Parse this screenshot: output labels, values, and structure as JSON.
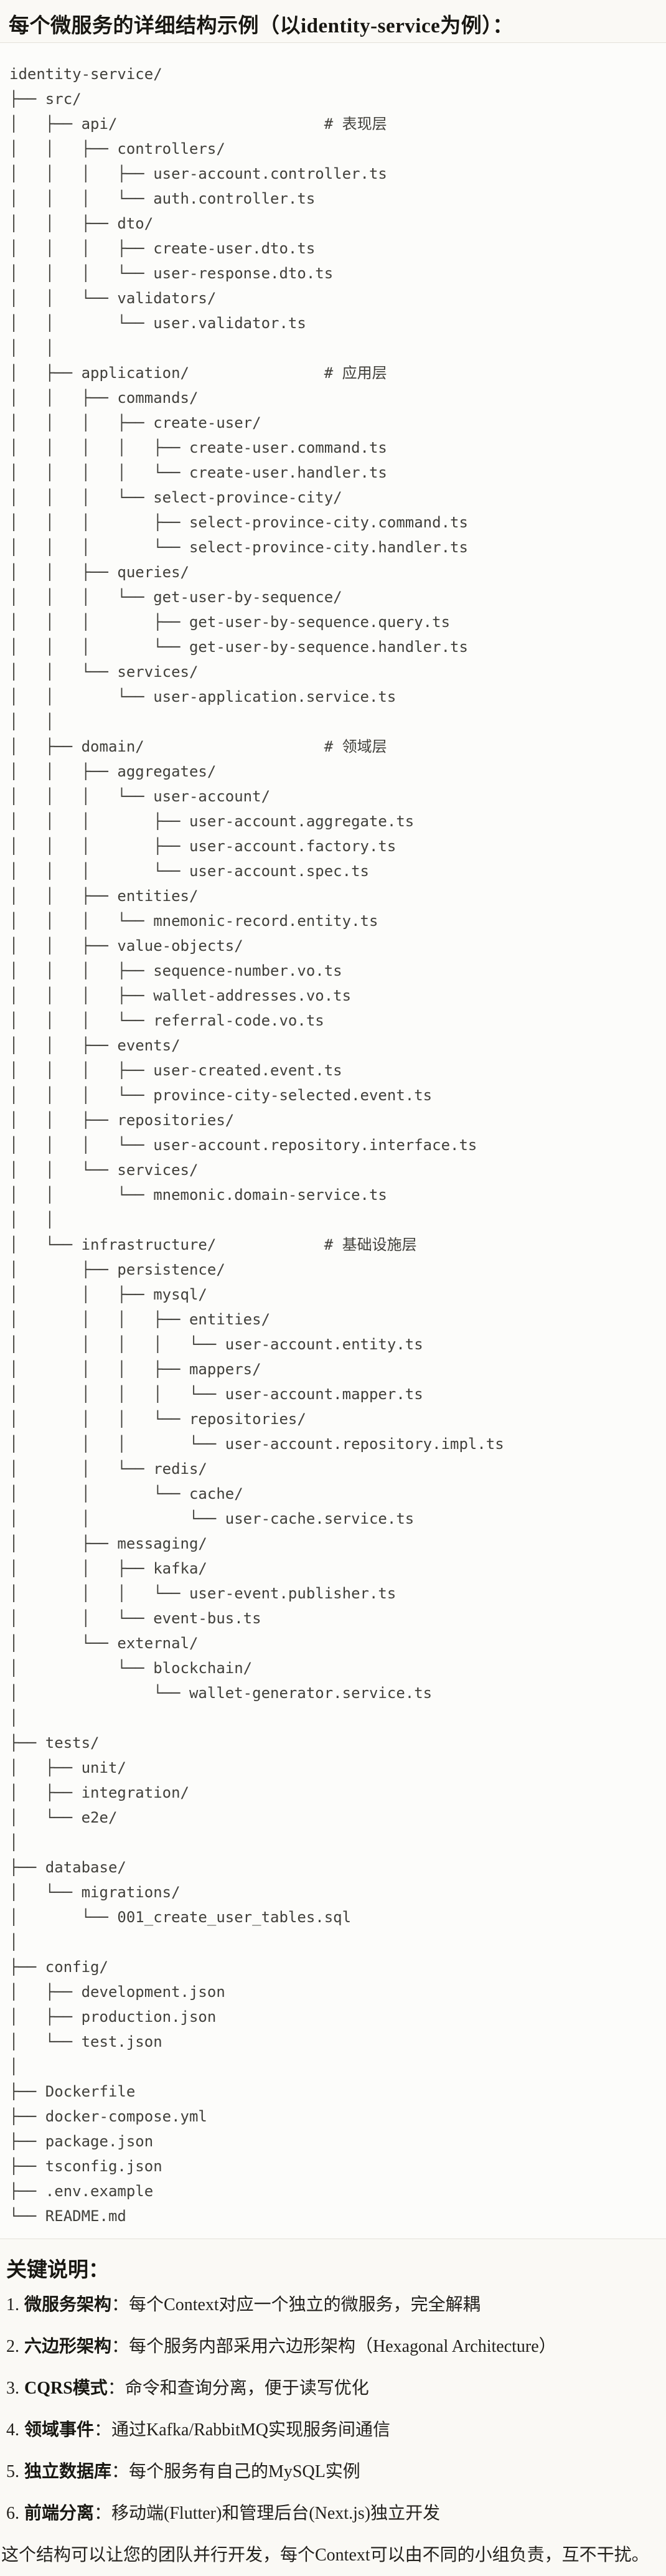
{
  "page": {
    "title": "每个微服务的详细结构示例（以identity-service为例）：",
    "background_color": "#faf9f5",
    "text_color": "#23211d"
  },
  "code_block": {
    "background_color": "#fcfcfa",
    "border_color": "#e3e1da",
    "text_color": "#41403b",
    "tree_lines": [
      "identity-service/",
      "├── src/",
      "│   ├── api/                       # 表现层",
      "│   │   ├── controllers/",
      "│   │   │   ├── user-account.controller.ts",
      "│   │   │   └── auth.controller.ts",
      "│   │   ├── dto/",
      "│   │   │   ├── create-user.dto.ts",
      "│   │   │   └── user-response.dto.ts",
      "│   │   └── validators/",
      "│   │       └── user.validator.ts",
      "│   │",
      "│   ├── application/               # 应用层",
      "│   │   ├── commands/",
      "│   │   │   ├── create-user/",
      "│   │   │   │   ├── create-user.command.ts",
      "│   │   │   │   └── create-user.handler.ts",
      "│   │   │   └── select-province-city/",
      "│   │   │       ├── select-province-city.command.ts",
      "│   │   │       └── select-province-city.handler.ts",
      "│   │   ├── queries/",
      "│   │   │   └── get-user-by-sequence/",
      "│   │   │       ├── get-user-by-sequence.query.ts",
      "│   │   │       └── get-user-by-sequence.handler.ts",
      "│   │   └── services/",
      "│   │       └── user-application.service.ts",
      "│   │",
      "│   ├── domain/                    # 领域层",
      "│   │   ├── aggregates/",
      "│   │   │   └── user-account/",
      "│   │   │       ├── user-account.aggregate.ts",
      "│   │   │       ├── user-account.factory.ts",
      "│   │   │       └── user-account.spec.ts",
      "│   │   ├── entities/",
      "│   │   │   └── mnemonic-record.entity.ts",
      "│   │   ├── value-objects/",
      "│   │   │   ├── sequence-number.vo.ts",
      "│   │   │   ├── wallet-addresses.vo.ts",
      "│   │   │   └── referral-code.vo.ts",
      "│   │   ├── events/",
      "│   │   │   ├── user-created.event.ts",
      "│   │   │   └── province-city-selected.event.ts",
      "│   │   ├── repositories/",
      "│   │   │   └── user-account.repository.interface.ts",
      "│   │   └── services/",
      "│   │       └── mnemonic.domain-service.ts",
      "│   │",
      "│   └── infrastructure/            # 基础设施层",
      "│       ├── persistence/",
      "│       │   ├── mysql/",
      "│       │   │   ├── entities/",
      "│       │   │   │   └── user-account.entity.ts",
      "│       │   │   ├── mappers/",
      "│       │   │   │   └── user-account.mapper.ts",
      "│       │   │   └── repositories/",
      "│       │   │       └── user-account.repository.impl.ts",
      "│       │   └── redis/",
      "│       │       └── cache/",
      "│       │           └── user-cache.service.ts",
      "│       ├── messaging/",
      "│       │   ├── kafka/",
      "│       │   │   └── user-event.publisher.ts",
      "│       │   └── event-bus.ts",
      "│       └── external/",
      "│           └── blockchain/",
      "│               └── wallet-generator.service.ts",
      "│",
      "├── tests/",
      "│   ├── unit/",
      "│   ├── integration/",
      "│   └── e2e/",
      "│",
      "├── database/",
      "│   └── migrations/",
      "│       └── 001_create_user_tables.sql",
      "│",
      "├── config/",
      "│   ├── development.json",
      "│   ├── production.json",
      "│   └── test.json",
      "│",
      "├── Dockerfile",
      "├── docker-compose.yml",
      "├── package.json",
      "├── tsconfig.json",
      "├── .env.example",
      "└── README.md"
    ]
  },
  "notes": {
    "heading": "关键说明：",
    "items": [
      {
        "num": "1.",
        "label": "微服务架构",
        "text": "：每个Context对应一个独立的微服务，完全解耦"
      },
      {
        "num": "2.",
        "label": "六边形架构",
        "text": "：每个服务内部采用六边形架构（Hexagonal Architecture）"
      },
      {
        "num": "3.",
        "label": "CQRS模式",
        "text": "：命令和查询分离，便于读写优化"
      },
      {
        "num": "4.",
        "label": "领域事件",
        "text": "：通过Kafka/RabbitMQ实现服务间通信"
      },
      {
        "num": "5.",
        "label": "独立数据库",
        "text": "：每个服务有自己的MySQL实例"
      },
      {
        "num": "6.",
        "label": "前端分离",
        "text": "：移动端(Flutter)和管理后台(Next.js)独立开发"
      }
    ],
    "closing": "这个结构可以让您的团队并行开发，每个Context可以由不同的小组负责，互不干扰。"
  }
}
